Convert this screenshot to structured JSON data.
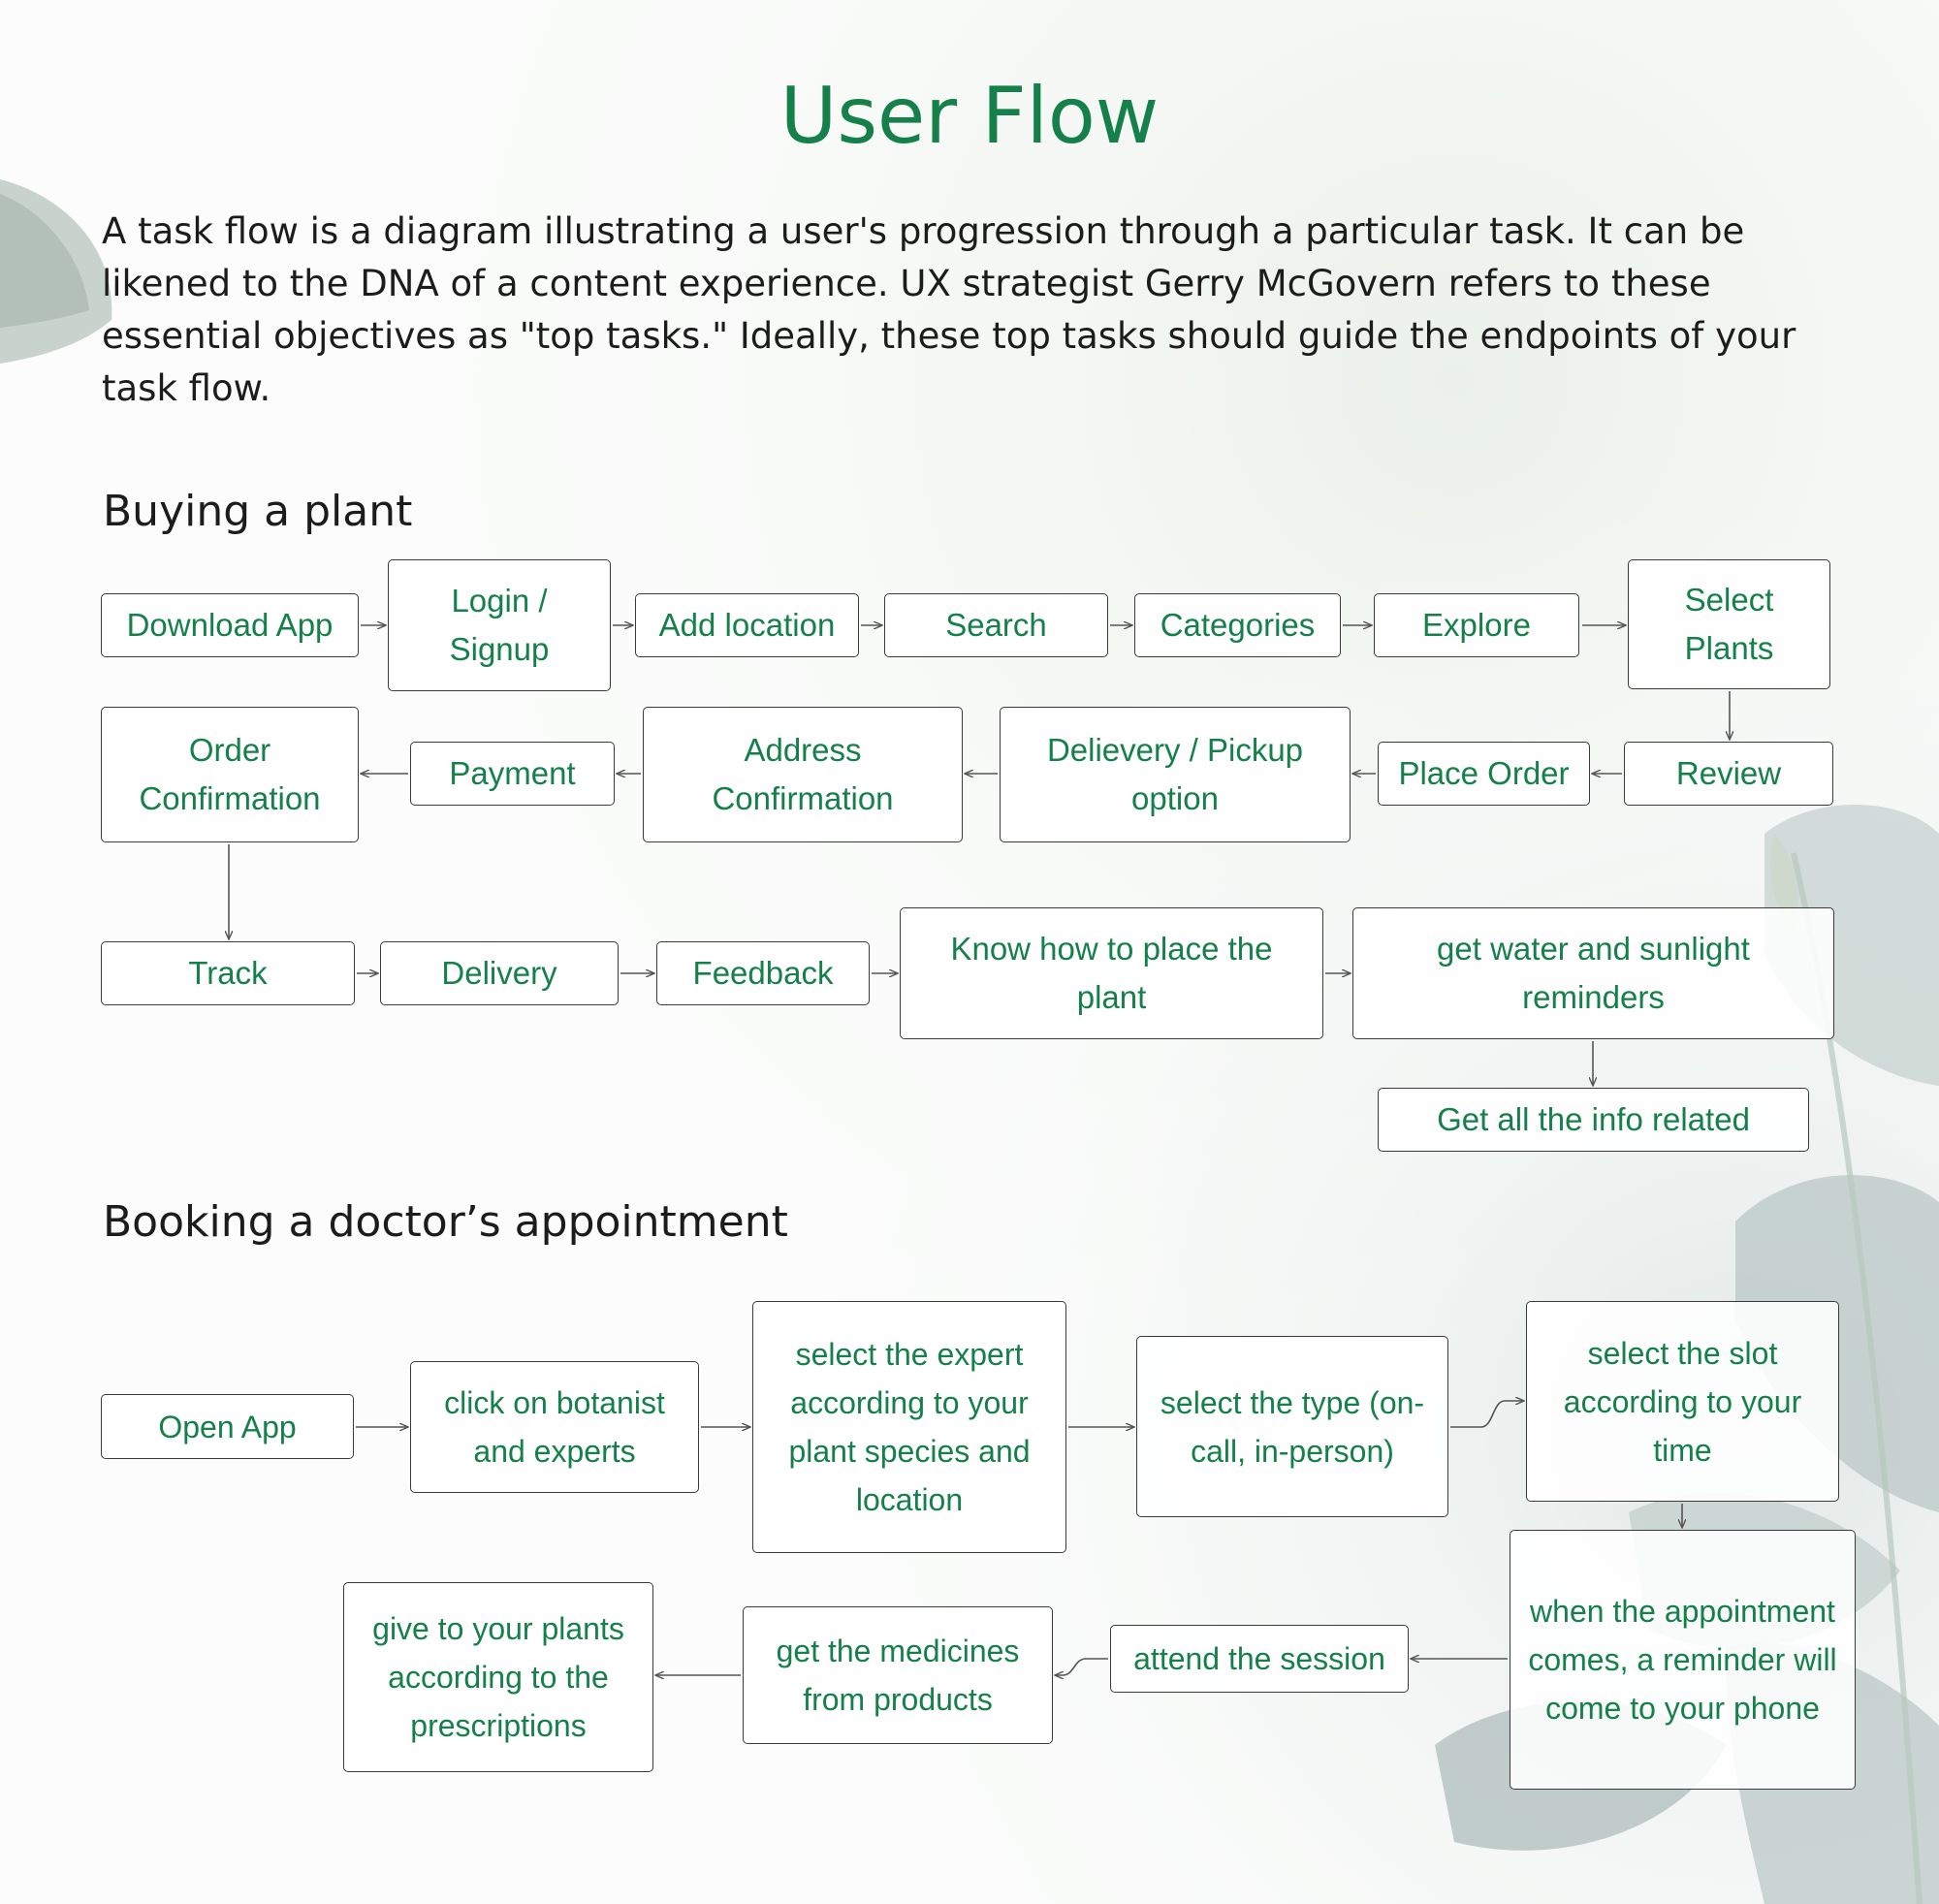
{
  "page": {
    "title": "User Flow",
    "intro": "A task flow is a diagram illustrating a user's progression through a particular task. It can be likened to the DNA of a content experience. UX strategist Gerry McGovern refers to these essential objectives as \"top tasks.\" Ideally, these top tasks should guide the endpoints of your task flow."
  },
  "colors": {
    "accent": "#16804a",
    "text": "#1c1c1c",
    "border": "#3a3a3a"
  },
  "sections": {
    "buying": {
      "title": "Buying a plant",
      "nodes": {
        "download_app": "Download App",
        "login_signup": "Login / Signup",
        "add_location": "Add location",
        "search": "Search",
        "categories": "Categories",
        "explore": "Explore",
        "select_plants": "Select Plants",
        "review": "Review",
        "place_order": "Place Order",
        "delivery_pickup": "Delievery / Pickup option",
        "address_confirmation": "Address Confirmation",
        "payment": "Payment",
        "order_confirmation": "Order Confirmation",
        "track": "Track",
        "delivery": "Delivery",
        "feedback": "Feedback",
        "know_how": "Know how to place the plant",
        "water_reminders": "get water and sunlight reminders",
        "info_related": "Get all the info related"
      }
    },
    "booking": {
      "title": "Booking a doctor’s appointment",
      "nodes": {
        "open_app": "Open App",
        "click_botanist": "click on botanist and experts",
        "select_expert": "select the expert according to your plant species and location",
        "select_type": "select the type (on-call, in-person)",
        "select_slot": "select the slot according to your time",
        "reminder": "when the appointment comes, a reminder will come to your phone",
        "attend_session": "attend the session",
        "get_medicines": "get the medicines from products",
        "give_plants": "give to your plants according to the prescriptions"
      }
    }
  }
}
